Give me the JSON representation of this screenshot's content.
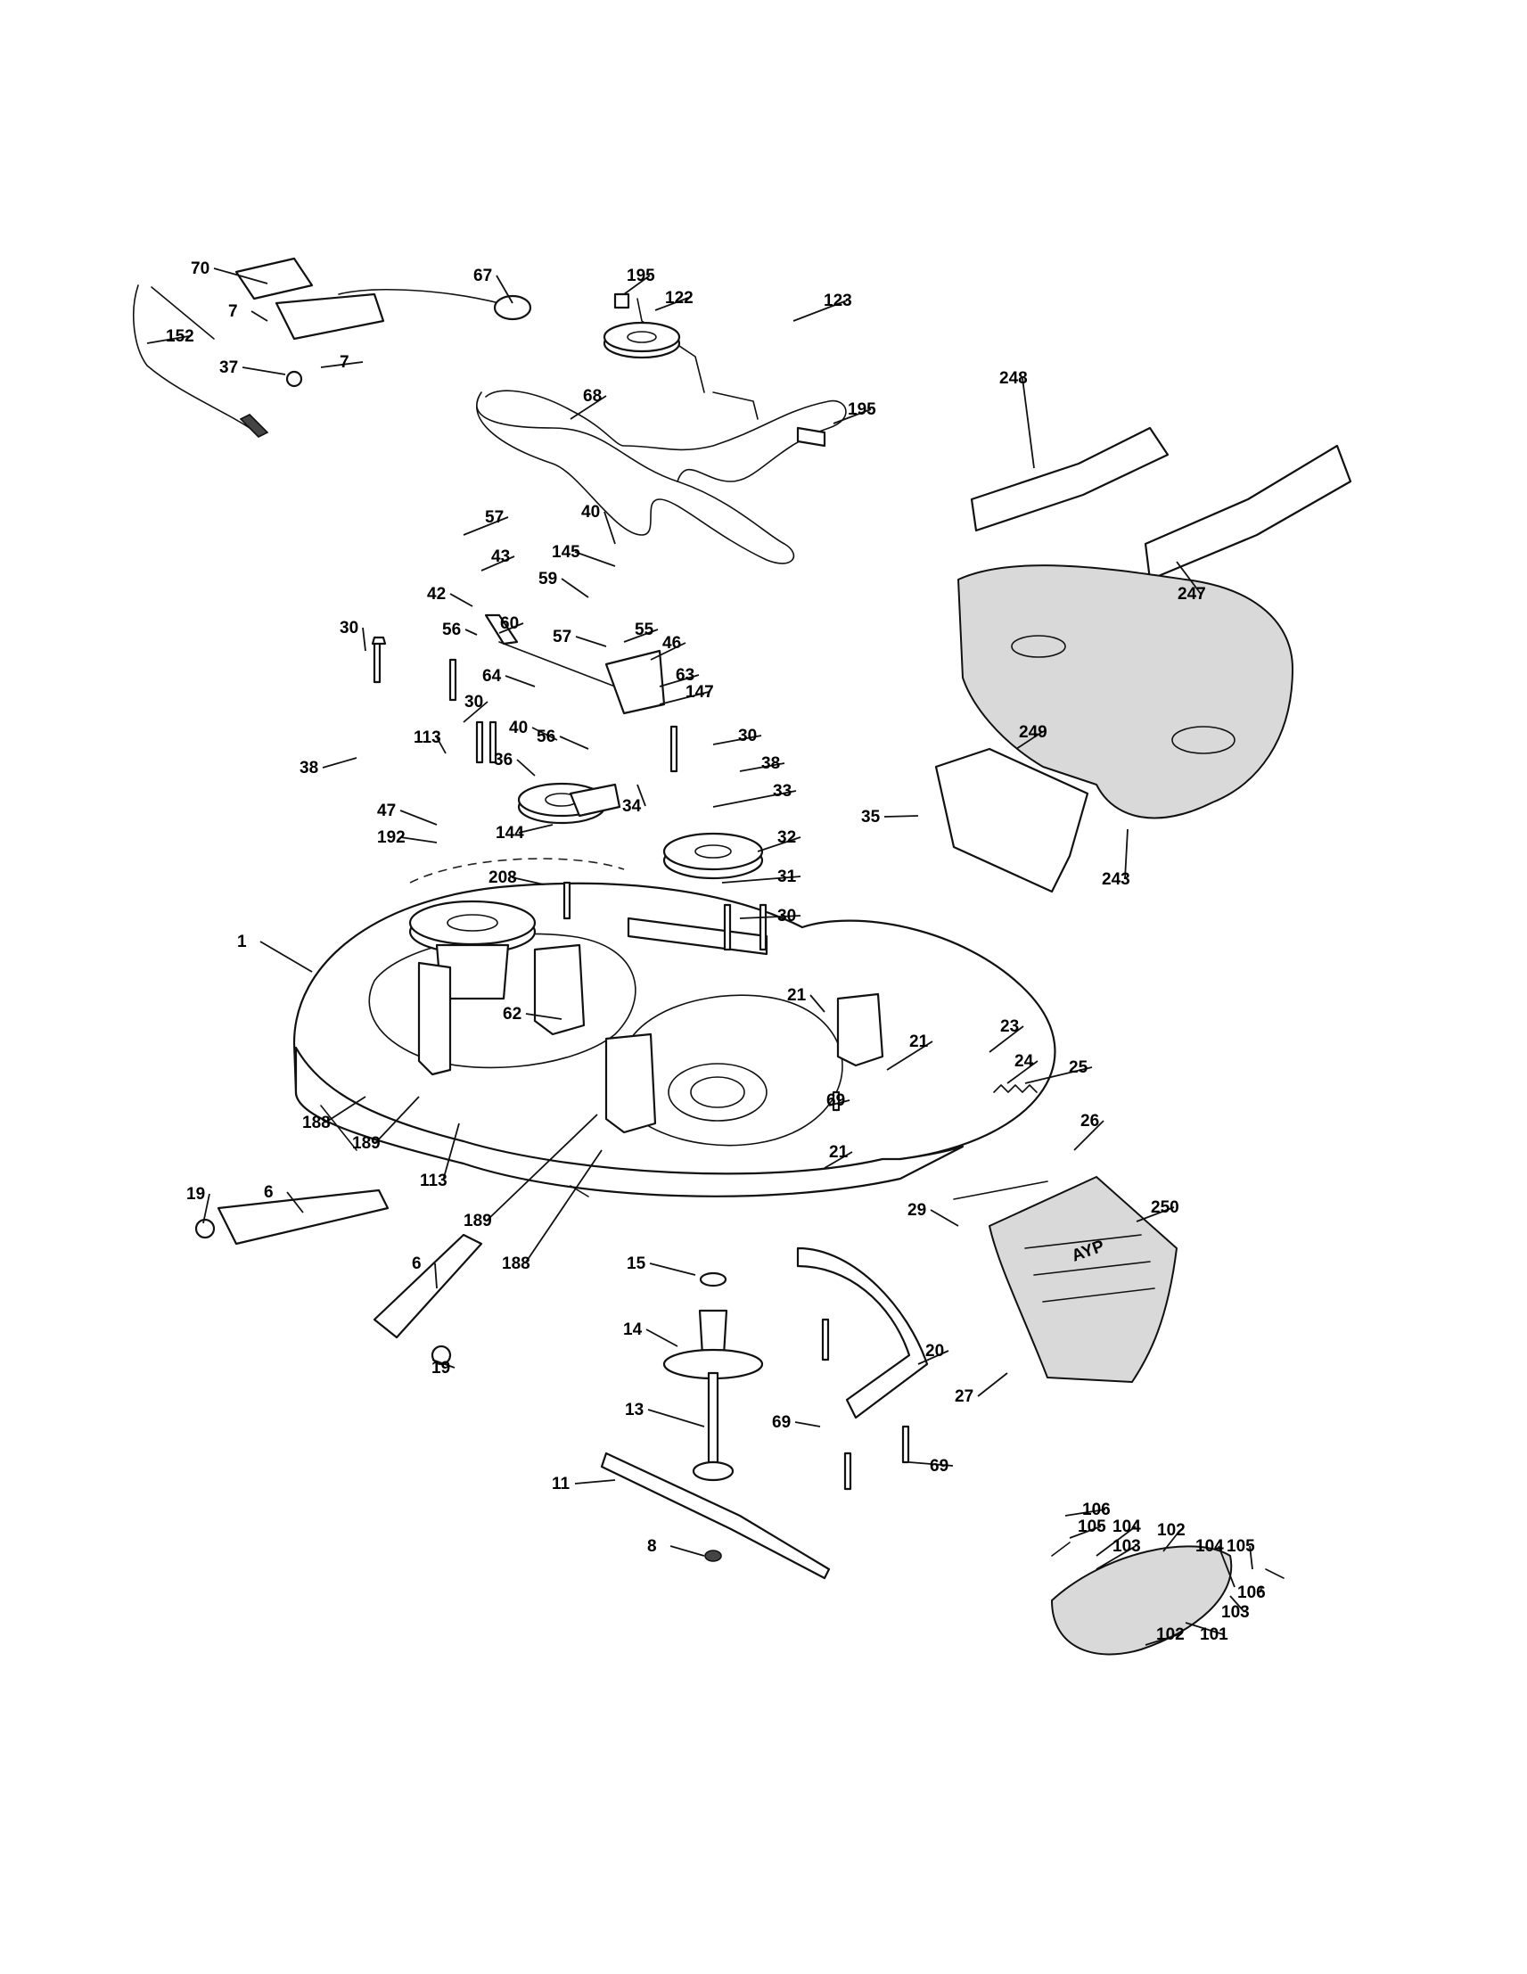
{
  "callouts": [
    {
      "id": "c70",
      "label": "70"
    },
    {
      "id": "c67",
      "label": "67"
    },
    {
      "id": "c7a",
      "label": "7"
    },
    {
      "id": "c7b",
      "label": "7"
    },
    {
      "id": "c152",
      "label": "152"
    },
    {
      "id": "c37",
      "label": "37"
    },
    {
      "id": "c195a",
      "label": "195"
    },
    {
      "id": "c122",
      "label": "122"
    },
    {
      "id": "c68",
      "label": "68"
    },
    {
      "id": "c123",
      "label": "123"
    },
    {
      "id": "c195b",
      "label": "195"
    },
    {
      "id": "c57a",
      "label": "57"
    },
    {
      "id": "c43",
      "label": "43"
    },
    {
      "id": "c42",
      "label": "42"
    },
    {
      "id": "c56a",
      "label": "56"
    },
    {
      "id": "c60",
      "label": "60"
    },
    {
      "id": "c40a",
      "label": "40"
    },
    {
      "id": "c145",
      "label": "145"
    },
    {
      "id": "c59",
      "label": "59"
    },
    {
      "id": "c57b",
      "label": "57"
    },
    {
      "id": "c55",
      "label": "55"
    },
    {
      "id": "c46",
      "label": "46"
    },
    {
      "id": "c63",
      "label": "63"
    },
    {
      "id": "c147",
      "label": "147"
    },
    {
      "id": "c30a",
      "label": "30"
    },
    {
      "id": "c64",
      "label": "64"
    },
    {
      "id": "c30b",
      "label": "30"
    },
    {
      "id": "c38a",
      "label": "38"
    },
    {
      "id": "c113a",
      "label": "113"
    },
    {
      "id": "c40b",
      "label": "40"
    },
    {
      "id": "c56b",
      "label": "56"
    },
    {
      "id": "c30c",
      "label": "30"
    },
    {
      "id": "c38b",
      "label": "38"
    },
    {
      "id": "c36",
      "label": "36"
    },
    {
      "id": "c34",
      "label": "34"
    },
    {
      "id": "c33",
      "label": "33"
    },
    {
      "id": "c47",
      "label": "47"
    },
    {
      "id": "c192",
      "label": "192"
    },
    {
      "id": "c144",
      "label": "144"
    },
    {
      "id": "c32",
      "label": "32"
    },
    {
      "id": "c208",
      "label": "208"
    },
    {
      "id": "c31",
      "label": "31"
    },
    {
      "id": "c30d",
      "label": "30"
    },
    {
      "id": "c1",
      "label": "1"
    },
    {
      "id": "c21a",
      "label": "21"
    },
    {
      "id": "c62",
      "label": "62"
    },
    {
      "id": "c21b",
      "label": "21"
    },
    {
      "id": "c23",
      "label": "23"
    },
    {
      "id": "c24",
      "label": "24"
    },
    {
      "id": "c25",
      "label": "25"
    },
    {
      "id": "c69a",
      "label": "69"
    },
    {
      "id": "c188a",
      "label": "188"
    },
    {
      "id": "c189a",
      "label": "189"
    },
    {
      "id": "c113b",
      "label": "113"
    },
    {
      "id": "c26",
      "label": "26"
    },
    {
      "id": "c21c",
      "label": "21"
    },
    {
      "id": "c19a",
      "label": "19"
    },
    {
      "id": "c6a",
      "label": "6"
    },
    {
      "id": "c189b",
      "label": "189"
    },
    {
      "id": "c188b",
      "label": "188"
    },
    {
      "id": "c29",
      "label": "29"
    },
    {
      "id": "c250",
      "label": "250"
    },
    {
      "id": "c6b",
      "label": "6"
    },
    {
      "id": "c15",
      "label": "15"
    },
    {
      "id": "c19b",
      "label": "19"
    },
    {
      "id": "c14",
      "label": "14"
    },
    {
      "id": "c20",
      "label": "20"
    },
    {
      "id": "c27",
      "label": "27"
    },
    {
      "id": "c69b",
      "label": "69"
    },
    {
      "id": "c13",
      "label": "13"
    },
    {
      "id": "c69c",
      "label": "69"
    },
    {
      "id": "c11",
      "label": "11"
    },
    {
      "id": "c8",
      "label": "8"
    },
    {
      "id": "c248",
      "label": "248"
    },
    {
      "id": "c247",
      "label": "247"
    },
    {
      "id": "c249",
      "label": "249"
    },
    {
      "id": "c35",
      "label": "35"
    },
    {
      "id": "c243",
      "label": "243"
    },
    {
      "id": "c106a",
      "label": "106"
    },
    {
      "id": "c105a",
      "label": "105"
    },
    {
      "id": "c104a",
      "label": "104"
    },
    {
      "id": "c102a",
      "label": "102"
    },
    {
      "id": "c103a",
      "label": "103"
    },
    {
      "id": "c104b",
      "label": "104"
    },
    {
      "id": "c105b",
      "label": "105"
    },
    {
      "id": "c106b",
      "label": "106"
    },
    {
      "id": "c103b",
      "label": "103"
    },
    {
      "id": "c102b",
      "label": "102"
    },
    {
      "id": "c101",
      "label": "101"
    }
  ],
  "deflector_emblem": "AYP"
}
